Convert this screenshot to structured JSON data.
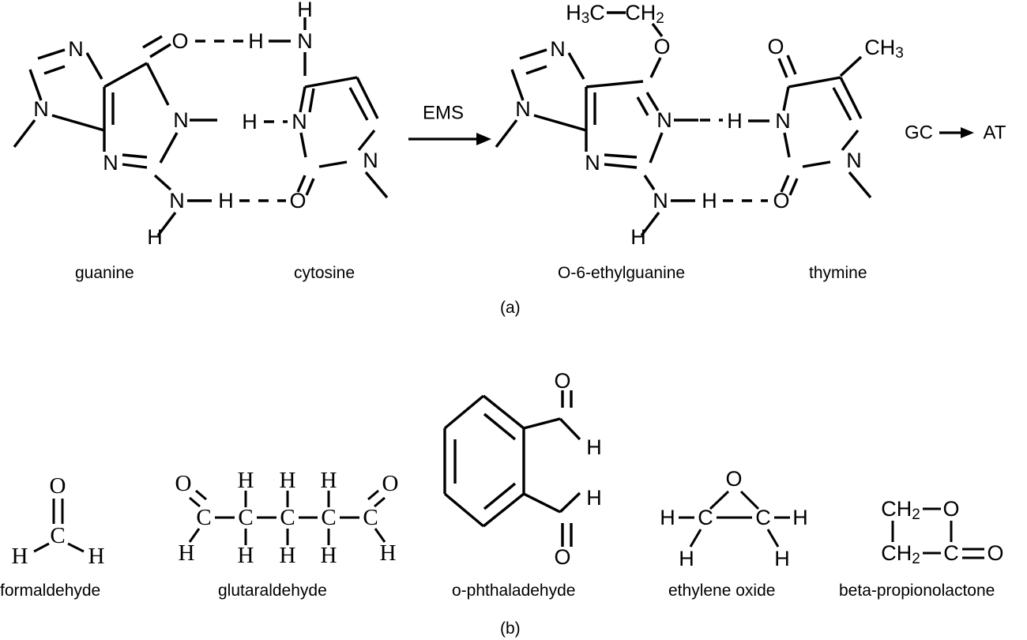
{
  "figure": {
    "panel_a": {
      "caption": "(a)",
      "molecules": [
        {
          "name": "guanine",
          "label": "guanine"
        },
        {
          "name": "cytosine",
          "label": "cytosine"
        },
        {
          "name": "o-6-ethylguanine",
          "label": "O-6-ethylguanine"
        },
        {
          "name": "thymine",
          "label": "thymine"
        }
      ],
      "reaction_arrow_label": "EMS",
      "mutation_from": "GC",
      "mutation_to": "AT",
      "atoms": {
        "N": "N",
        "O": "O",
        "H": "H",
        "C": "C",
        "CH3": "CH",
        "CH3_sub": "3",
        "CH2": "CH",
        "CH2_sub": "2",
        "H3C": "H",
        "H3C_sub": "3",
        "H3C_rest": "C"
      }
    },
    "panel_b": {
      "caption": "(b)",
      "molecules": [
        {
          "name": "formaldehyde",
          "label": "formaldehyde"
        },
        {
          "name": "glutaraldehyde",
          "label": "glutaraldehyde"
        },
        {
          "name": "o-phthaladehyde",
          "label": "o-phthaladehyde"
        },
        {
          "name": "ethylene-oxide",
          "label": "ethylene oxide"
        },
        {
          "name": "beta-propionolactone",
          "label": "beta-propionolactone"
        }
      ],
      "atoms": {
        "C": "C",
        "O": "O",
        "H": "H",
        "CH2": "CH",
        "CH2_sub": "2"
      }
    }
  },
  "colors": {
    "ink": "#000000",
    "background": "#ffffff"
  }
}
